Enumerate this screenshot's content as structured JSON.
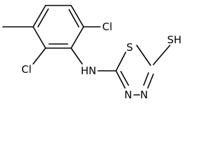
{
  "molecule": {
    "labels": {
      "cl_top": "Cl",
      "cl_bottom": "Cl",
      "nh": "HN",
      "s_ring": "S",
      "sh": "SH",
      "n_left": "N",
      "n_right": "N"
    }
  }
}
